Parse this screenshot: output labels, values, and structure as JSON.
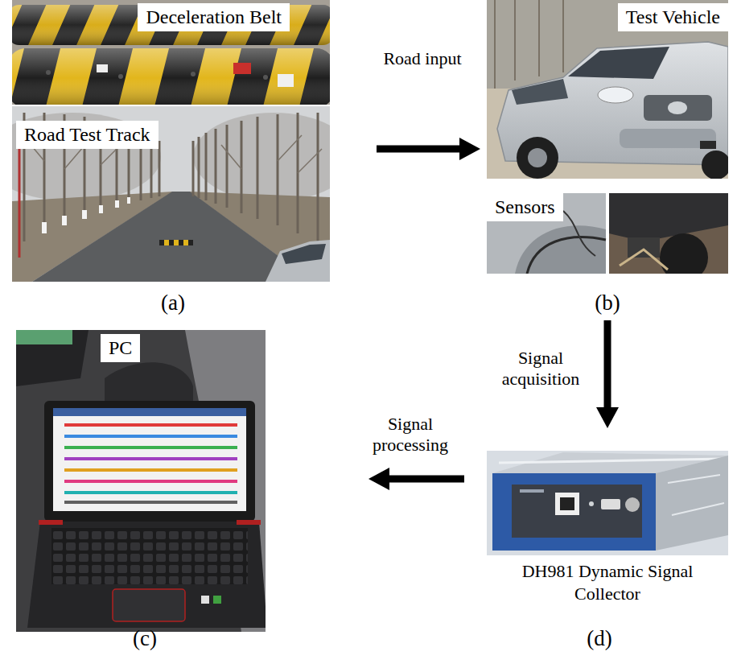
{
  "diagram": {
    "nodes": [
      {
        "text": [
          "(a)"
        ]
      },
      {
        "text": [
          "Deceleration Belt"
        ],
        "in": 0
      },
      {
        "text": [
          "Road Test Track"
        ],
        "in": 0
      },
      {
        "text": [
          "(b)"
        ]
      },
      {
        "text": [
          "Test Vehicle"
        ],
        "in": 3
      },
      {
        "text": [
          "Sensors"
        ],
        "in": 3
      },
      {
        "text": [
          "(c)"
        ]
      },
      {
        "text": [
          "PC"
        ],
        "in": 6
      },
      {
        "text": [
          "(d)"
        ]
      },
      {
        "text": [
          "DH981 Dynamic Signal Collector"
        ],
        "in": 8
      }
    ],
    "edges": [
      {
        "from": 0,
        "to": 3,
        "label": "Road input",
        "arrow": "to"
      },
      {
        "from": 3,
        "to": 8,
        "label": "Signal acquisition",
        "arrow": "to"
      },
      {
        "from": 8,
        "to": 6,
        "label": "Signal processing",
        "arrow": "to"
      }
    ]
  }
}
